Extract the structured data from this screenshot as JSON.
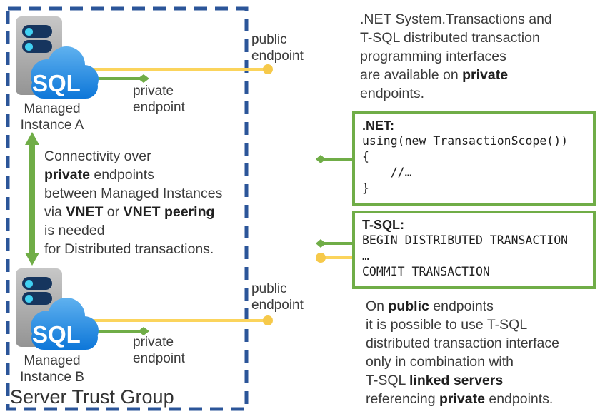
{
  "colors": {
    "trust_group_dash_blue": "#2b5599",
    "green_accent": "#70ad47",
    "yellow_accent": "#fbd45c",
    "yellow_dot": "#f6c94a",
    "text": "#3b3b3b",
    "server_gray": "#ababab",
    "server_bar_navy": "#16355e",
    "server_dot_cyan": "#41d1f2",
    "cloud_blue_top": "#63b4f0",
    "cloud_blue_bottom": "#0b75d8"
  },
  "sql_logo": "SQL",
  "server_trust_group": {
    "label": "Server Trust Group"
  },
  "instance_a": {
    "line1": "Managed",
    "line2": "Instance A"
  },
  "instance_b": {
    "line1": "Managed",
    "line2": "Instance B"
  },
  "labels": {
    "public_endpoint": "public endpoint",
    "private_endpoint": "private endpoint"
  },
  "connectivity_note": {
    "l1": "Connectivity over",
    "l2a": "private",
    "l2b": " endpoints",
    "l3": "between Managed Instances",
    "l4a": "via ",
    "l4b": "VNET",
    "l4c": " or ",
    "l4d": "VNET peering",
    "l5": "is needed",
    "l6": "for Distributed transactions."
  },
  "top_note": {
    "l1": ".NET System.Transactions and",
    "l2": "T-SQL distributed transaction",
    "l3": "programming interfaces",
    "l4a": "are available on ",
    "l4b": "private",
    "l5": "endpoints."
  },
  "bottom_note": {
    "l1a": "On ",
    "l1b": "public",
    "l1c": " endpoints",
    "l2": "it is possible to use T-SQL",
    "l3": "distributed transaction interface",
    "l4": "only in combination with",
    "l5a": "T-SQL ",
    "l5b": "linked servers",
    "l6a": "referencing ",
    "l6b": "private",
    "l6c": " endpoints."
  },
  "net_box": {
    "title": ".NET:",
    "code1": "using(new TransactionScope())",
    "code2": "{",
    "code3": "    //…",
    "code4": "}"
  },
  "tsql_box": {
    "title": "T-SQL:",
    "code1": "BEGIN DISTRIBUTED TRANSACTION",
    "code2": "…",
    "code3": "COMMIT TRANSACTION"
  }
}
